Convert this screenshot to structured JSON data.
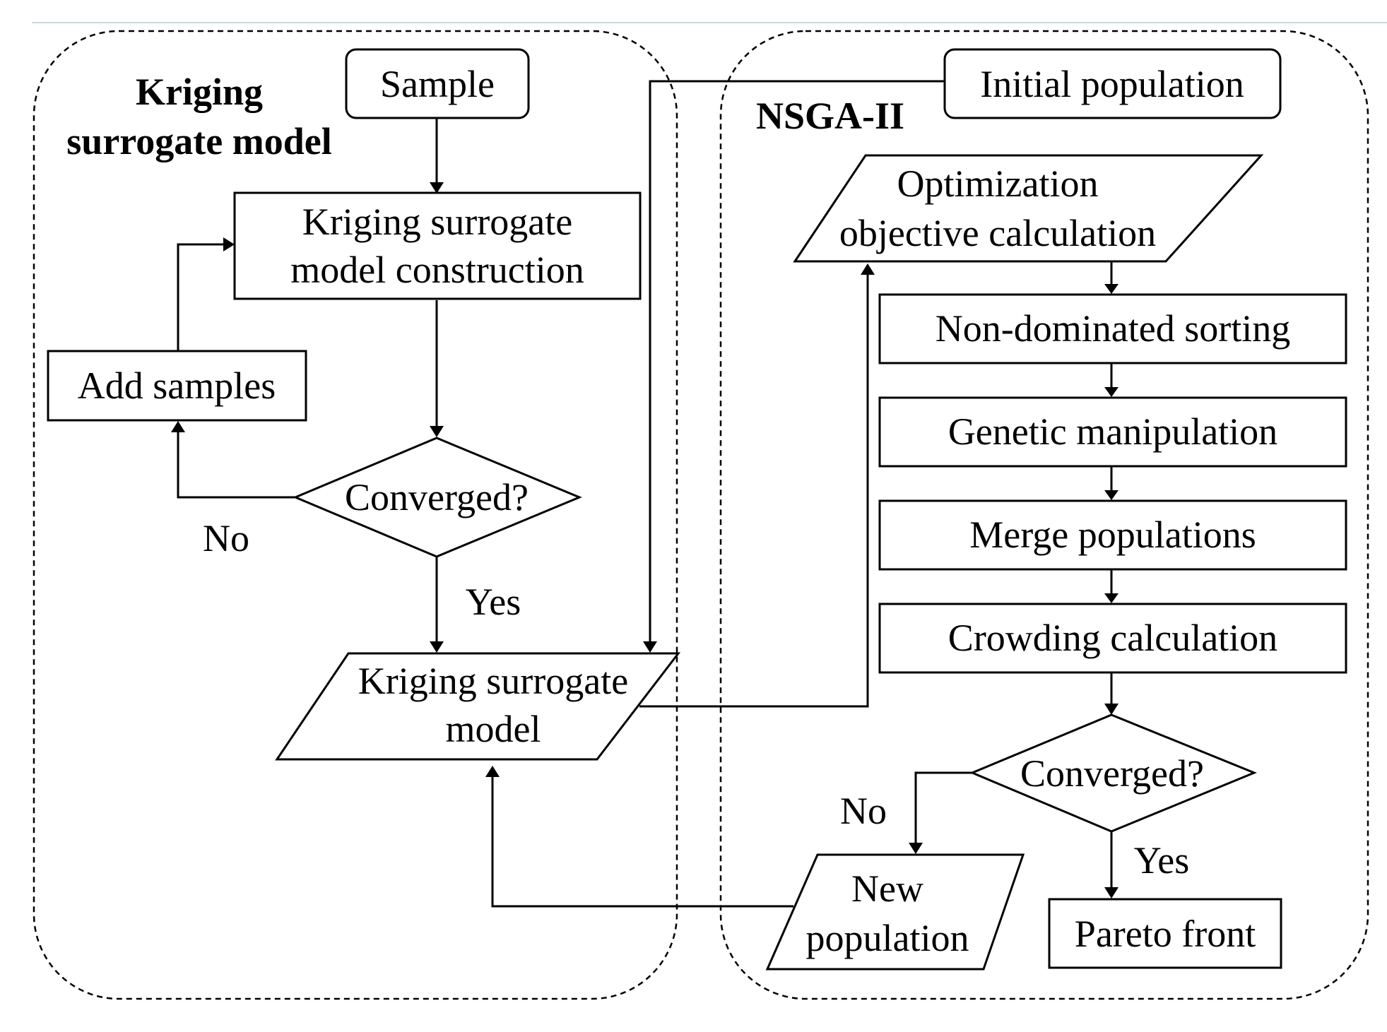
{
  "groups": {
    "kriging_title_line1": "Kriging",
    "kriging_title_line2": "surrogate model",
    "nsga_title": "NSGA-II"
  },
  "nodes": {
    "sample": "Sample",
    "kriging_construction_line1": "Kriging surrogate",
    "kriging_construction_line2": "model construction",
    "add_samples": "Add samples",
    "kriging_converged": "Converged?",
    "kriging_model_line1": "Kriging surrogate",
    "kriging_model_line2": "model",
    "initial_population": "Initial population",
    "optimization_line1": "Optimization",
    "optimization_line2": "objective calculation",
    "non_dominated_sorting": "Non-dominated sorting",
    "genetic_manipulation": "Genetic manipulation",
    "merge_populations": "Merge populations",
    "crowding_calculation": "Crowding calculation",
    "nsga_converged": "Converged?",
    "new_population_line1": "New",
    "new_population_line2": "population",
    "pareto_front": "Pareto front"
  },
  "edge_labels": {
    "kriging_no": "No",
    "kriging_yes": "Yes",
    "nsga_no": "No",
    "nsga_yes": "Yes"
  }
}
